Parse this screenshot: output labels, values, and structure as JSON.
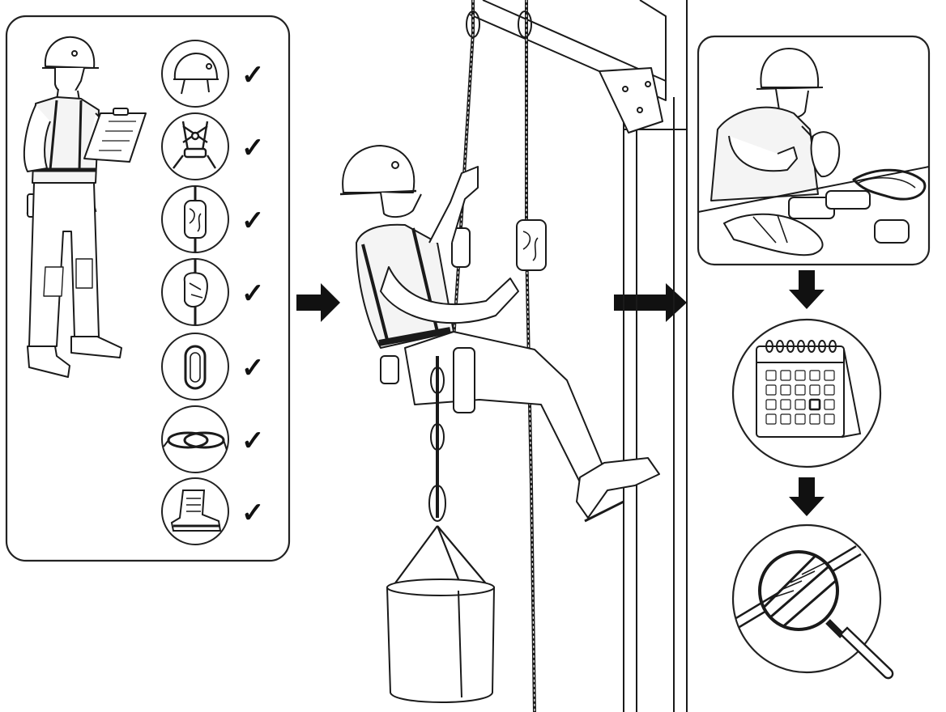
{
  "colors": {
    "ink": "#1a1a1a",
    "paper": "#ffffff",
    "shade": "#e8e8e8",
    "panel_stroke": "#222222",
    "check": "#111111"
  },
  "left_panel": {
    "figure": "worker-with-clipboard",
    "equipment_checklist": [
      {
        "icon": "helmet-icon",
        "checked": true
      },
      {
        "icon": "harness-icon",
        "checked": true
      },
      {
        "icon": "rope-grab-icon",
        "checked": true
      },
      {
        "icon": "descender-icon",
        "checked": true
      },
      {
        "icon": "carabiner-icon",
        "checked": true
      },
      {
        "icon": "coiled-rope-icon",
        "checked": true
      },
      {
        "icon": "boot-icon",
        "checked": true
      }
    ],
    "check_glyph": "✓"
  },
  "flow_arrows": [
    {
      "icon": "arrow-right-icon"
    },
    {
      "icon": "arrow-right-icon"
    },
    {
      "icon": "arrow-down-icon"
    },
    {
      "icon": "arrow-down-icon"
    }
  ],
  "center_scene": {
    "figure": "rope-access-worker-ascending",
    "items": [
      "anchor-beam",
      "support-column",
      "working-rope",
      "backup-rope",
      "rope-grab-device",
      "tool-bag"
    ]
  },
  "right_panel": {
    "figure": "worker-inspecting-equipment",
    "steps": [
      {
        "icon": "calendar-icon"
      },
      {
        "icon": "magnifier-rope-icon"
      }
    ]
  }
}
